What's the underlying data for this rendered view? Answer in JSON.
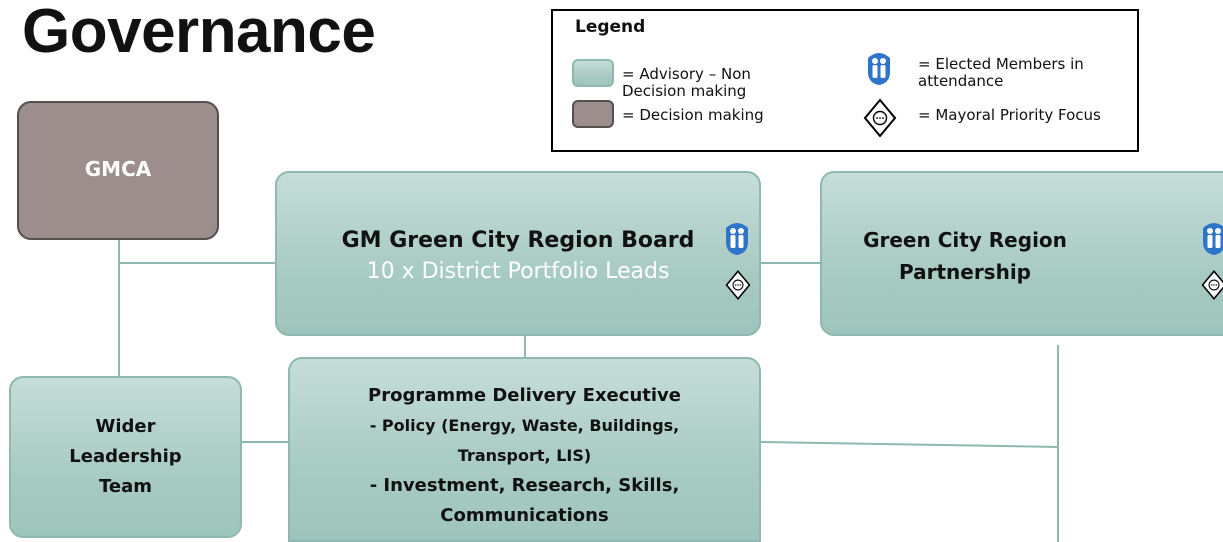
{
  "title": "Governance",
  "legend": {
    "heading": "Legend",
    "advisory_label": "= Advisory – Non Decision making",
    "decision_label": "= Decision making",
    "elected_label": "= Elected Members in attendance",
    "mayoral_label": "= Mayoral Priority Focus"
  },
  "nodes": {
    "gmca": {
      "label": "GMCA"
    },
    "board": {
      "title": "GM Green City Region Board",
      "subtitle": "10 x District Portfolio Leads"
    },
    "partnership": {
      "title_line1": "Green City Region",
      "title_line2": "Partnership"
    },
    "wider": {
      "line1": "Wider",
      "line2": "Leadership",
      "line3": "Team"
    },
    "executive": {
      "title": "Programme Delivery Executive",
      "line1": "- Policy (Energy, Waste, Buildings,",
      "line2": "Transport, LIS)",
      "line3": "- Investment, Research, Skills,",
      "line4": "Communications"
    }
  },
  "colors": {
    "advisory": "#a8cbc3",
    "decision": "#9b8e8c",
    "icon_blue": "#2e74c8",
    "lines": "#8fb8b0"
  },
  "icons": {
    "elected": "people-badge-icon",
    "mayoral": "diamond-ellipsis-icon"
  }
}
